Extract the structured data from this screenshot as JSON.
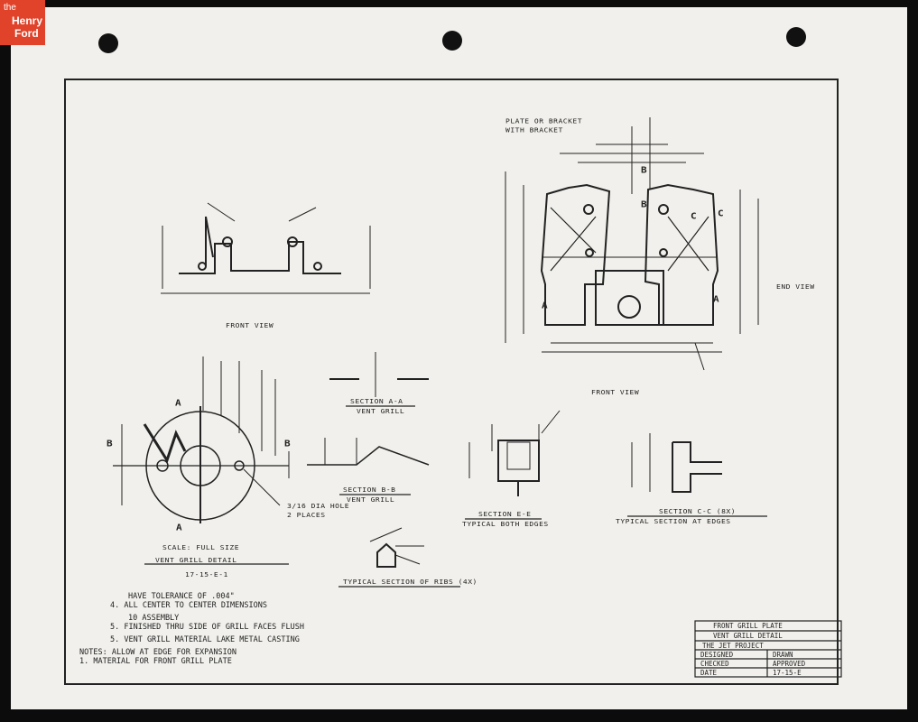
{
  "logo": {
    "line1": "the",
    "line2": "Henry",
    "line3": "Ford"
  },
  "sheet": {
    "labels": {
      "section_aa": "SECTION A-A",
      "vent_grill": "VENT GRILL",
      "section_bb": "SECTION B-B",
      "vent_grill_2": "VENT GRILL",
      "section_ee": "SECTION E-E",
      "typical_both_edges": "TYPICAL BOTH EDGES",
      "section_cc": "SECTION C-C (8X)",
      "typical_section_at": "TYPICAL SECTION AT EDGES",
      "typical_section_of_ribs": "TYPICAL SECTION OF RIBS (4X)",
      "vent_grill_detail": "VENT GRILL DETAIL",
      "detail_number": "17-15-E-1",
      "scale_note": "SCALE: FULL SIZE",
      "front_view_caption": "FRONT VIEW",
      "front_view_caption_2": "FRONT VIEW",
      "plate_note": "PLATE OR BRACKET",
      "plate_note_2": "WITH BRACKET",
      "hole_note": "3/16 DIA HOLE",
      "hole_note_2": "2 PLACES",
      "end_view": "END VIEW",
      "letter_a1": "A",
      "letter_a2": "A",
      "letter_b1": "B",
      "letter_b2": "B",
      "letter_b3": "B",
      "letter_b4": "B",
      "letter_c1": "C",
      "letter_c2": "C",
      "letter_a3": "A",
      "letter_a4": "A"
    },
    "notes": [
      "HAVE TOLERANCE OF .004\"",
      "4.  ALL CENTER TO CENTER DIMENSIONS",
      "10 ASSEMBLY",
      "5.  FINISHED THRU  SIDE OF GRILL FACES FLUSH",
      "5.  VENT GRILL MATERIAL LAKE METAL CASTING",
      "NOTES:  ALLOW AT EDGE FOR EXPANSION",
      "1.  MATERIAL FOR FRONT GRILL PLATE"
    ],
    "title_block": {
      "rows": [
        [
          "FRONT GRILL PLATE",
          ""
        ],
        [
          "VENT GRILL DETAIL",
          ""
        ],
        [
          "THE JET PROJECT",
          ""
        ],
        [
          "DESIGNED",
          "DRAWN"
        ],
        [
          "CHECKED",
          "APPROVED"
        ],
        [
          "DATE",
          "17-15-E"
        ]
      ]
    }
  }
}
